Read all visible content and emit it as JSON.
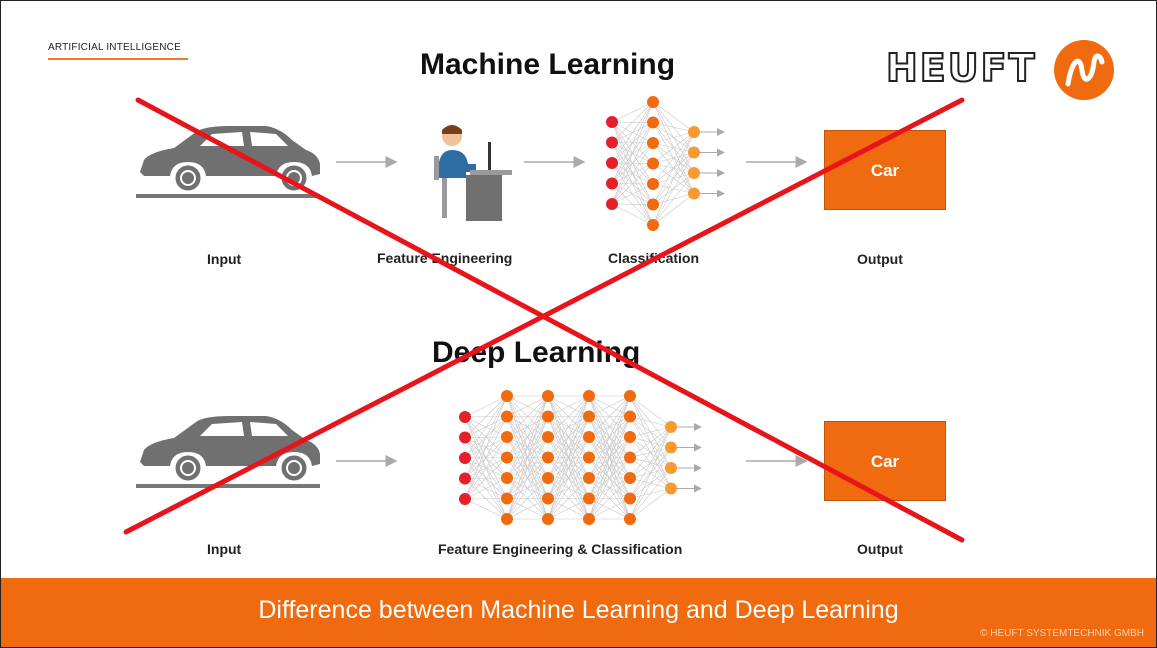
{
  "header": {
    "section_tag": "ARTIFICIAL INTELLIGENCE",
    "brand": "HEUFT"
  },
  "machine_learning": {
    "title": "Machine Learning",
    "labels": {
      "input": "Input",
      "feature": "Feature Engineering",
      "classification": "Classification",
      "output": "Output"
    },
    "output_value": "Car"
  },
  "deep_learning": {
    "title": "Deep Learning",
    "labels": {
      "input": "Input",
      "feature_classification": "Feature Engineering  & Classification",
      "output": "Output"
    },
    "output_value": "Car"
  },
  "footer": {
    "title": "Difference between Machine Learning and Deep Learning",
    "copyright": "© HEUFT SYSTEMTECHNIK GMBH"
  },
  "colors": {
    "accent": "#f06a0f",
    "node_red": "#e5202b",
    "node_orange": "#f06a0f",
    "node_light": "#f79a32",
    "cross": "#e8141c",
    "car": "#707070"
  }
}
